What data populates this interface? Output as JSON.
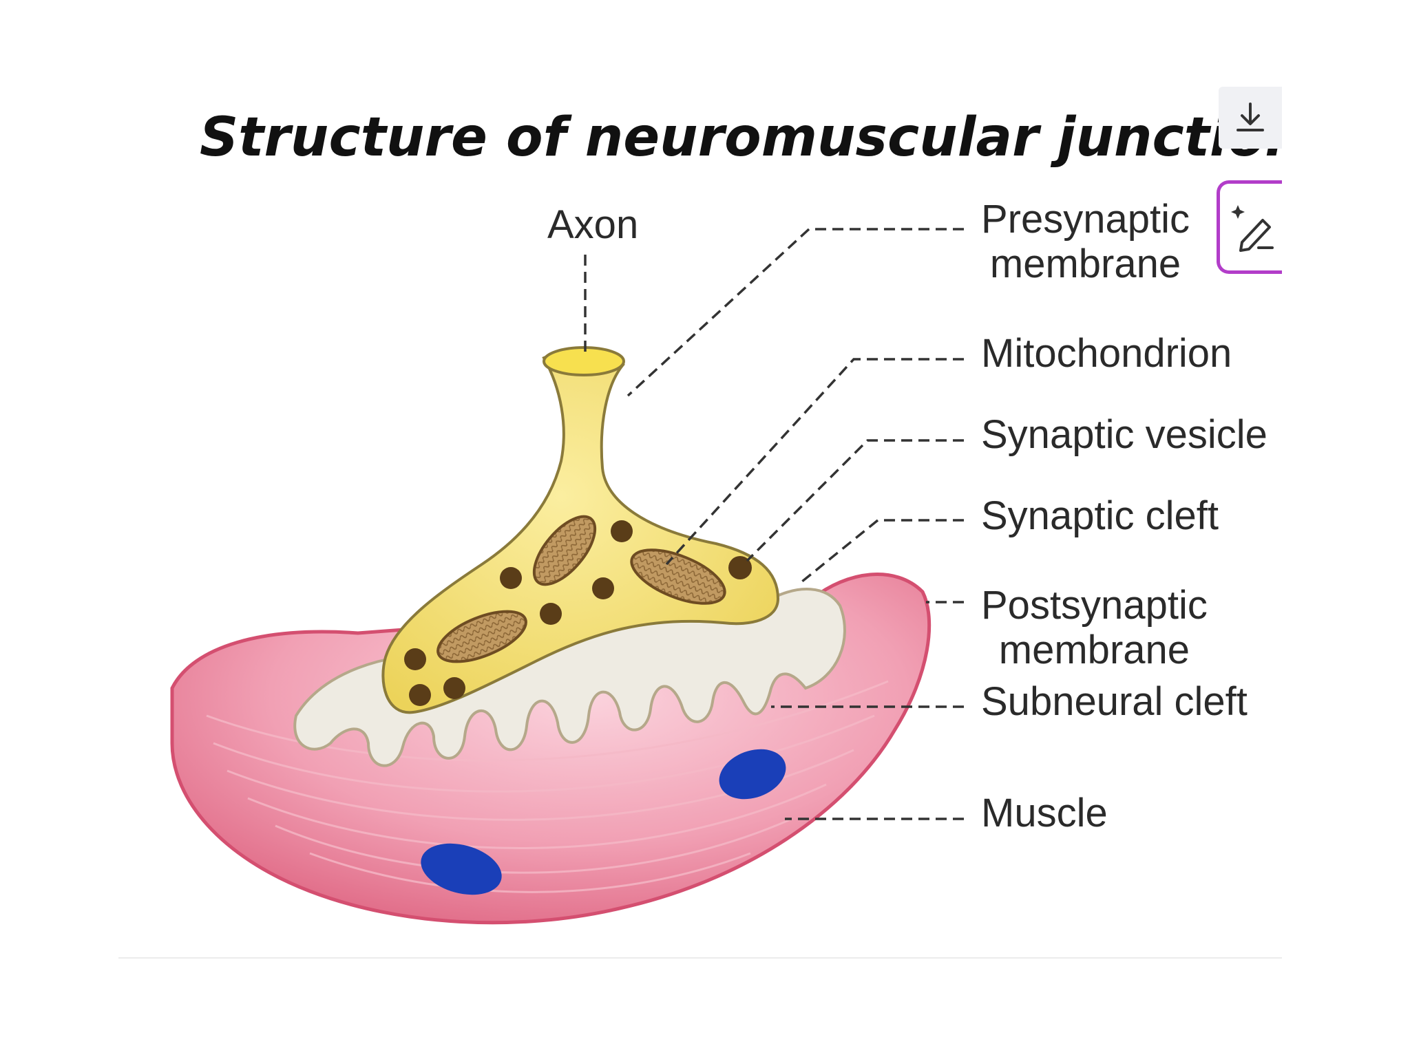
{
  "title": "Structure of neuromuscular junctioı",
  "labels": {
    "axon": "Axon",
    "presynaptic_line1": "Presynaptic",
    "presynaptic_line2": "membrane",
    "mitochondrion": "Mitochondrion",
    "synaptic_vesicle": "Synaptic vesicle",
    "synaptic_cleft": "Synaptic cleft",
    "postsynaptic_line1": "Postsynaptic",
    "postsynaptic_line2": "membrane",
    "subneural_cleft": "Subneural cleft",
    "muscle": "Muscle"
  },
  "toolbar": {
    "download_icon": "download-icon",
    "ai_edit_icon": "ai-edit-icon"
  },
  "colors": {
    "axon_fill": "#f3dd6b",
    "muscle_fill": "#ef8fa6",
    "muscle_edge": "#d95070",
    "cleft_fill": "#efece2",
    "nucleus": "#1a3fb8",
    "vesicle": "#5a3d18",
    "mitochondrion": "#b08a55",
    "ai_button_border": "#b23dc9"
  }
}
